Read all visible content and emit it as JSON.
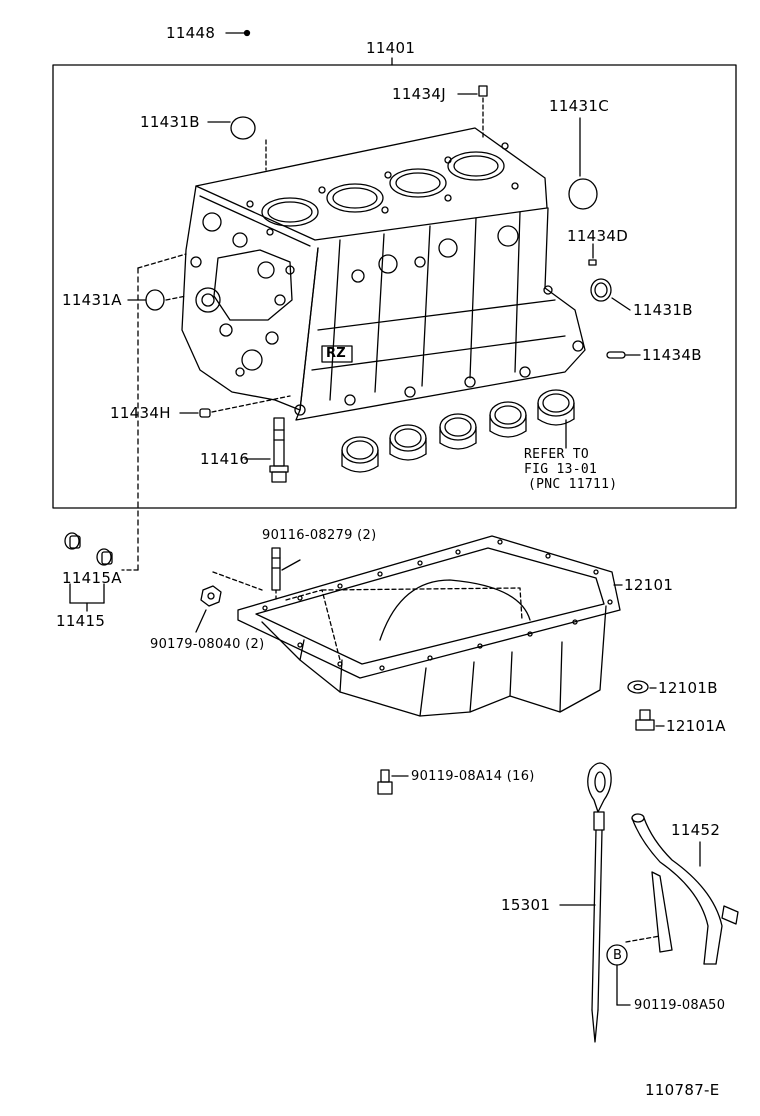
{
  "labels": {
    "p11448": "11448",
    "p11401": "11401",
    "p11434J": "11434J",
    "p11431B_top": "11431B",
    "p11431C": "11431C",
    "p11434D": "11434D",
    "p11431A": "11431A",
    "p11431B_right": "11431B",
    "p11434B": "11434B",
    "p11434H": "11434H",
    "p11416": "11416",
    "refer_line1": "REFER TO",
    "refer_line2": "FIG 13-01",
    "refer_line3": "(PNC 11711)",
    "block_badge": "RZ",
    "p11415A": "11415A",
    "p11415": "11415",
    "p90116": "90116-08279 (2)",
    "p12101": "12101",
    "p90179": "90179-08040 (2)",
    "p12101B": "12101B",
    "p12101A": "12101A",
    "p90119_08A14": "90119-08A14 (16)",
    "p11452": "11452",
    "p15301": "15301",
    "callout_b": "B",
    "p90119_08A50": "90119-08A50",
    "figure_id": "110787-E"
  }
}
